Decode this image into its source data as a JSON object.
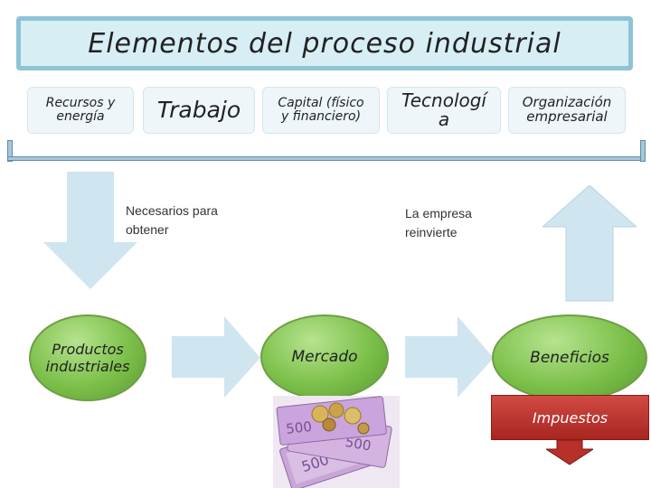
{
  "title": "Elementos del proceso industrial",
  "factors": [
    {
      "label": "Recursos y energía",
      "line1": "Recursos y",
      "line2": "energía"
    },
    {
      "label": "Trabajo",
      "line1": "Trabajo",
      "line2": ""
    },
    {
      "label": "Capital (físico y financiero)",
      "line1": "Capital (físico",
      "line2": "y financiero)"
    },
    {
      "label": "Tecnología",
      "line1": "Tecnologí",
      "line2": "a"
    },
    {
      "label": "Organización empresarial",
      "line1": "Organización",
      "line2": "empresarial"
    }
  ],
  "notes": {
    "obtain_line1": "Necesarios para",
    "obtain_line2": "obtener",
    "reinvest_line1": "La empresa",
    "reinvest_line2": "reinvierte"
  },
  "nodes": {
    "products_line1": "Productos",
    "products_line2": "industriales",
    "market": "Mercado",
    "benefits": "Beneficios",
    "taxes": "Impuestos"
  },
  "colors": {
    "title_border": "#8fc3d6",
    "title_fill": "#d8eef5",
    "arrow_fill": "#cfe5f0",
    "oval_green": "#7cc04a",
    "tax_red": "#b8302a"
  },
  "icons": {
    "money_image": "euro-banknotes-and-coins"
  }
}
